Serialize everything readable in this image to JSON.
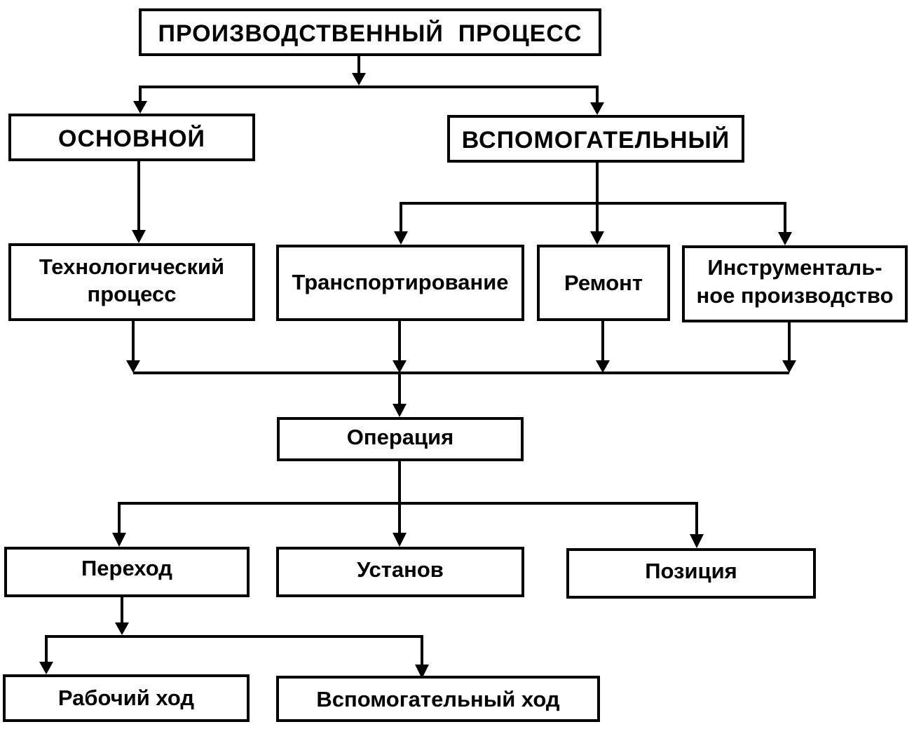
{
  "nodes": {
    "production_process": "ПРОИЗВОДСТВЕННЫЙ  ПРОЦЕСС",
    "main": "ОСНОВНОЙ",
    "auxiliary": "ВСПОМОГАТЕЛЬНЫЙ",
    "tech_process": [
      "Технологический",
      "процесс"
    ],
    "transportation": "Транспортирование",
    "repair": "Ремонт",
    "tool_production": [
      "Инструменталь-",
      "ное производство"
    ],
    "operation": "Операция",
    "transition": "Переход",
    "setup": "Установ",
    "position": "Позиция",
    "working_stroke": "Рабочий ход",
    "auxiliary_stroke": "Вспомогательный ход"
  },
  "edges": [
    [
      "production_process",
      "main"
    ],
    [
      "production_process",
      "auxiliary"
    ],
    [
      "main",
      "tech_process"
    ],
    [
      "auxiliary",
      "transportation"
    ],
    [
      "auxiliary",
      "repair"
    ],
    [
      "auxiliary",
      "tool_production"
    ],
    [
      "tech_process",
      "operation"
    ],
    [
      "transportation",
      "operation"
    ],
    [
      "repair",
      "operation"
    ],
    [
      "tool_production",
      "operation"
    ],
    [
      "operation",
      "transition"
    ],
    [
      "operation",
      "setup"
    ],
    [
      "operation",
      "position"
    ],
    [
      "transition",
      "working_stroke"
    ],
    [
      "transition",
      "auxiliary_stroke"
    ]
  ]
}
